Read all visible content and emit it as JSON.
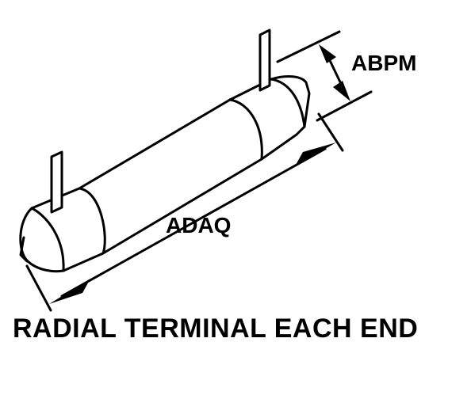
{
  "diagram": {
    "dimension_labels": {
      "diameter": "ABPM",
      "length": "ADAQ"
    },
    "caption": "RADIAL TERMINAL EACH END"
  }
}
